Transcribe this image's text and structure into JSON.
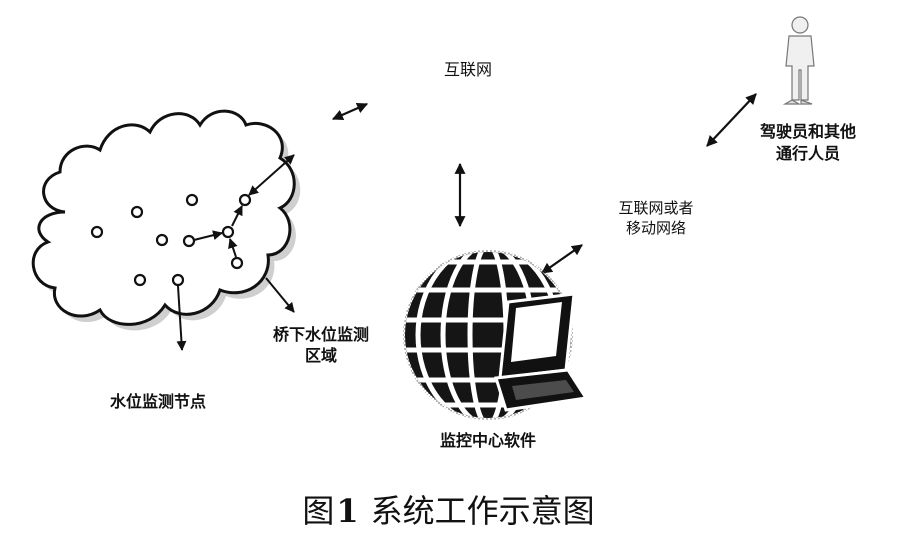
{
  "labels": {
    "internet": "互联网",
    "driver_line1": "驾驶员和其他",
    "driver_line2": "通行人员",
    "network_line1": "互联网或者",
    "network_line2": "移动网络",
    "bridge_area_line1": "桥下水位监测",
    "bridge_area_line2": "区域",
    "node_label": "水位监测节点",
    "software": "监控中心软件"
  },
  "caption": {
    "prefix": "图",
    "number": "1",
    "text": "系统工作示意图"
  },
  "colors": {
    "ink": "#111111",
    "cloud_fill": "#ffffff",
    "shadow": "#bdbdbd",
    "person_fill": "#f0f0f0"
  },
  "icons": [
    "cloud-icon",
    "person-icon",
    "globe-laptop-icon",
    "sensor-node-icon",
    "double-arrow-icon"
  ]
}
